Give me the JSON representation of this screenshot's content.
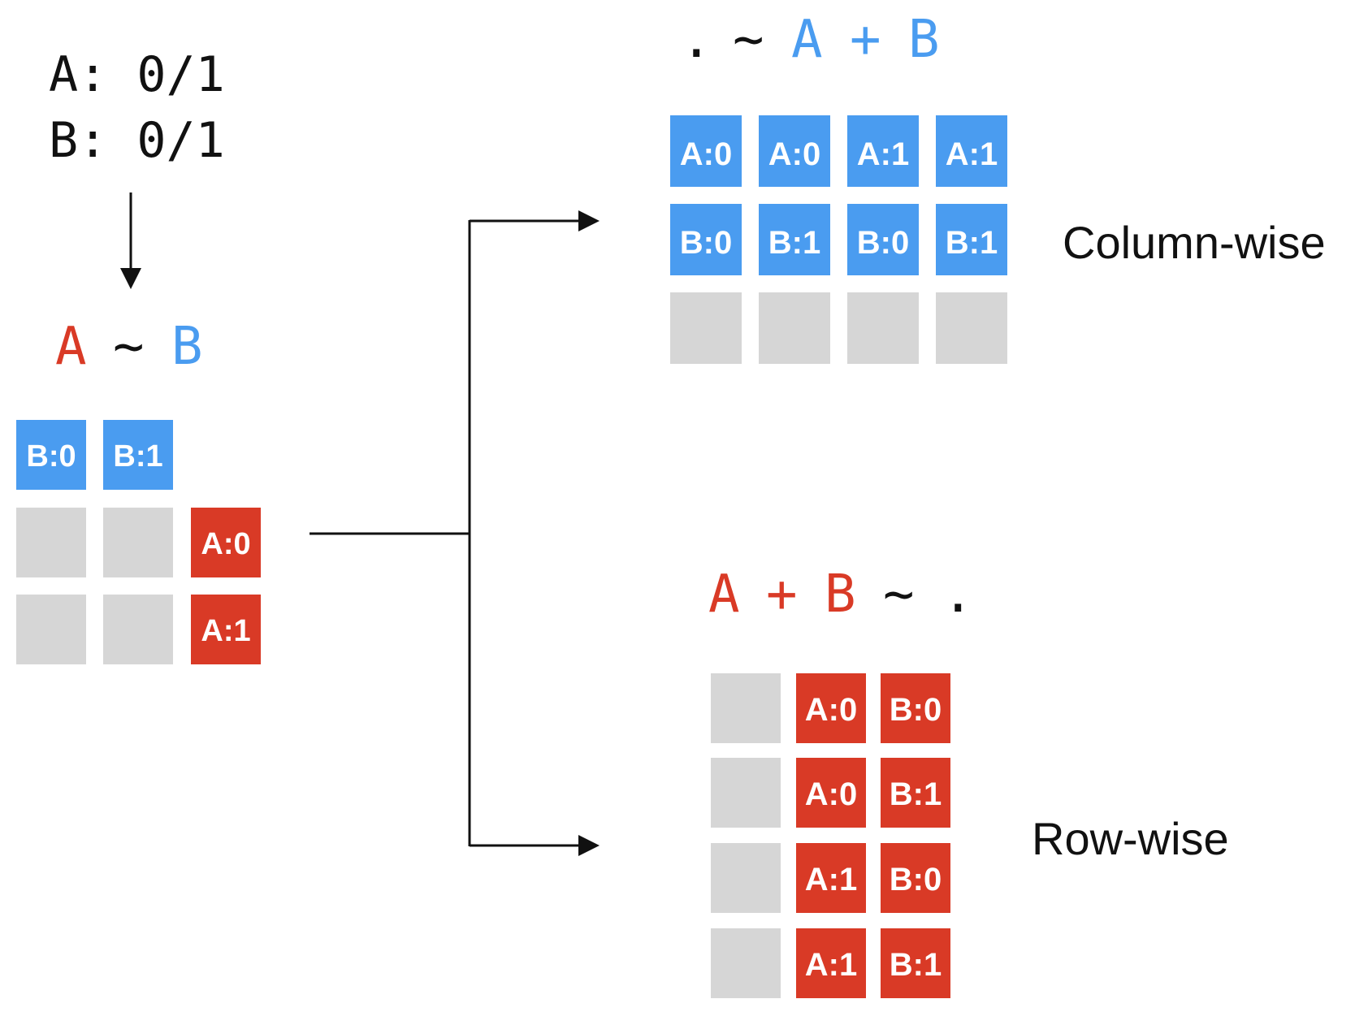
{
  "vars": {
    "a_line": "A: 0/1",
    "b_line": "B: 0/1"
  },
  "formula_main": {
    "lhs": "A",
    "tilde": "~",
    "rhs": "B"
  },
  "formula_col": {
    "dot": ".",
    "tilde": "~",
    "a": "A",
    "plus": "+",
    "b": "B"
  },
  "formula_row": {
    "a": "A",
    "plus": "+",
    "b": "B",
    "tilde": "~",
    "dot": "."
  },
  "labels": {
    "column_wise": "Column-wise",
    "row_wise": "Row-wise"
  },
  "colors": {
    "blue": "#4a9cf0",
    "red": "#d93a26",
    "gray": "#d6d6d6",
    "black": "#111111"
  },
  "main_grid": {
    "top_cells": [
      "B:0",
      "B:1"
    ],
    "side_cells": [
      "A:0",
      "A:1"
    ]
  },
  "column_grid": {
    "row1": [
      "A:0",
      "A:0",
      "A:1",
      "A:1"
    ],
    "row2": [
      "B:0",
      "B:1",
      "B:0",
      "B:1"
    ]
  },
  "row_grid": {
    "colA": [
      "A:0",
      "A:0",
      "A:1",
      "A:1"
    ],
    "colB": [
      "B:0",
      "B:1",
      "B:0",
      "B:1"
    ]
  }
}
